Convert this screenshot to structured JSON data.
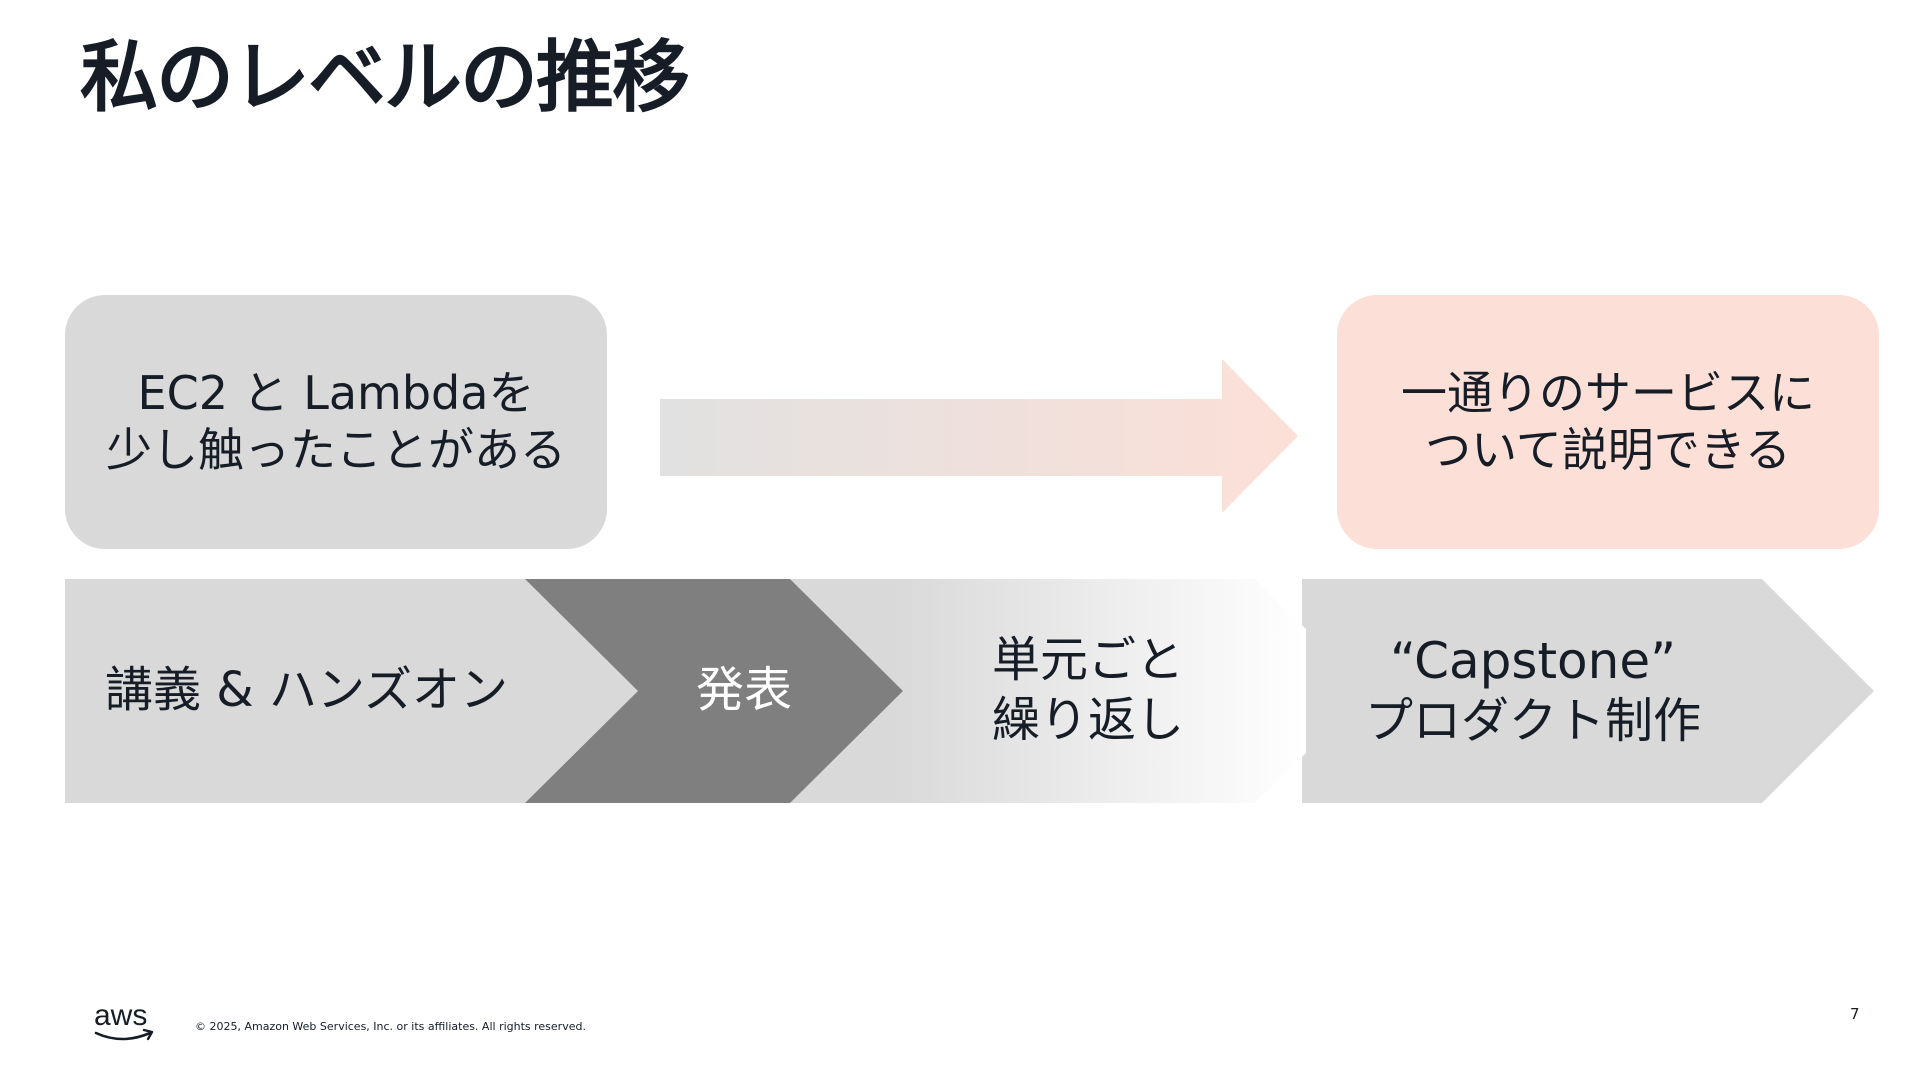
{
  "slide": {
    "title": "私のレベルの推移",
    "page_number": "7"
  },
  "before": {
    "line1": "EC2 と Lambdaを",
    "line2": "少し触ったことがある"
  },
  "after": {
    "line1": "一通りのサービスに",
    "line2": "ついて説明できる"
  },
  "steps": [
    {
      "line1": "講義 & ハンズオン"
    },
    {
      "line1": "発表"
    },
    {
      "line1": "単元ごと",
      "line2": "繰り返し"
    },
    {
      "line1": "“Capstone”",
      "line2": "プロダクト制作"
    }
  ],
  "footer": {
    "logo": "aws",
    "copyright": "© 2025, Amazon Web Services, Inc. or its affiliates. All rights reserved."
  },
  "colors": {
    "title": "#161d26",
    "before_box": "#d9d9d9",
    "after_box": "#fce0d7",
    "step_light": "#d9d9d9",
    "step_dark": "#7f7f7f"
  }
}
